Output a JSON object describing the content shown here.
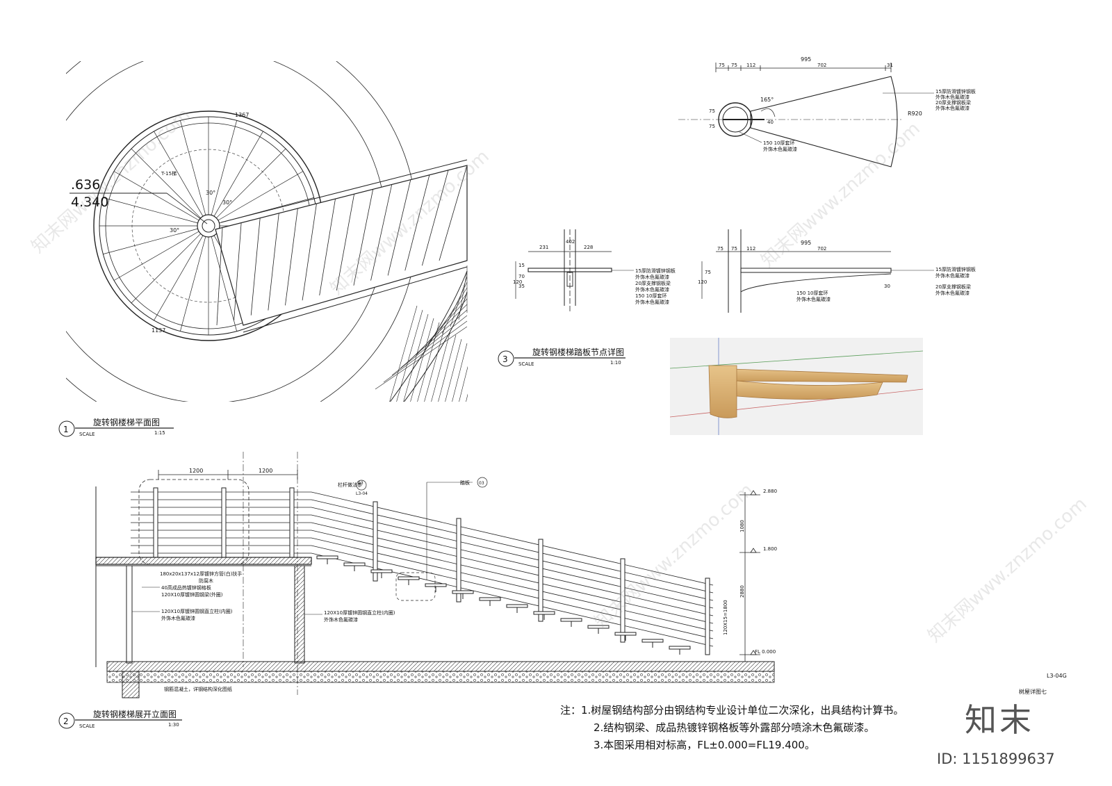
{
  "views": {
    "plan": {
      "num": "1",
      "title": "旋转钢楼梯平面图",
      "scale_label": "SCALE",
      "scale": "1:15"
    },
    "elevation": {
      "num": "2",
      "title": "旋转钢楼梯展开立面图",
      "scale_label": "SCALE",
      "scale": "1:30"
    },
    "detail": {
      "num": "3",
      "title": "旋转钢楼梯踏板节点详图",
      "scale_label": "SCALE",
      "scale": "1:10"
    }
  },
  "plan_labels": {
    "level_top": ".636",
    "level_bottom": "4.340",
    "dim_top": "1367",
    "dim_bottom": "1137",
    "angle": "30°",
    "tag": "T-15梯"
  },
  "detail_top": {
    "dims": [
      "995",
      "75",
      "75",
      "112",
      "702",
      "31"
    ],
    "side_dims": [
      "75",
      "75"
    ],
    "angle": "165°",
    "radius": "R920",
    "dim_40": "40",
    "labels": [
      "15厚防滑镀锌钢板",
      "外饰木色氟碳漆",
      "20厚支撑钢板梁",
      "外饰木色氟碳漆"
    ],
    "ring": "150 10厚套环",
    "ring_finish": "外饰木色氟碳漆"
  },
  "detail_left": {
    "dims": [
      "231",
      "402",
      "228"
    ],
    "side_dims": [
      "120",
      "15",
      "70",
      "35"
    ],
    "labels": [
      "15厚防滑镀锌钢板",
      "外饰木色氟碳漆",
      "20厚支撑钢板梁",
      "外饰木色氟碳漆",
      "150 10厚套环",
      "外饰木色氟碳漆"
    ]
  },
  "detail_right": {
    "dims": [
      "995",
      "75",
      "75",
      "112",
      "702"
    ],
    "side_dims": [
      "120",
      "75",
      "30"
    ],
    "labels": [
      "15厚防滑镀锌钢板",
      "外饰木色氟碳漆",
      "20厚支撑钢板梁",
      "外饰木色氟碳漆"
    ],
    "ring": "150 10厚套环",
    "ring_finish": "外饰木色氟碳漆"
  },
  "elevation_labels": {
    "dim_a": "1200",
    "dim_b": "1200",
    "callout_rail": "栏杆做法参",
    "callout_tread": "踏板",
    "ref_03": "03",
    "ref_sheet": "L3-04",
    "lvl_top": "2.880",
    "lvl_mid": "1.800",
    "lvl_fl": "FL 0.000",
    "dim_1080": "1080",
    "dim_2880": "2880",
    "dim_steps": "120X15=1800",
    "labels_left": [
      "180x20x137x12厚镀锌方管(白)扶手",
      "防腐木",
      "40高成品热镀锌钢格板",
      "120X10厚镀锌圆钢梁(外圈)",
      "120X10厚镀锌圆钢直立柱(内圈)",
      "外饰木色氟碳漆"
    ],
    "label_col": "120X10厚镀锌圆钢直立柱(内圈)",
    "label_col_finish": "外饰木色氟碳漆",
    "label_base": "钢筋混凝土，详钢结构深化图纸"
  },
  "sheet_no": "L3-04G",
  "sheet_title": "树屋详图七",
  "notes": [
    "注：1.树屋钢结构部分由钢结构专业设计单位二次深化，出具结构计算书。",
    "2.结构钢梁、成品热镀锌钢格板等外露部分喷涂木色氟碳漆。",
    "3.本图采用相对标高，FL±0.000=FL19.400。"
  ],
  "brand": "知末",
  "id_text": "ID: 1151899637",
  "watermark": "知末网www.znzmo.com"
}
